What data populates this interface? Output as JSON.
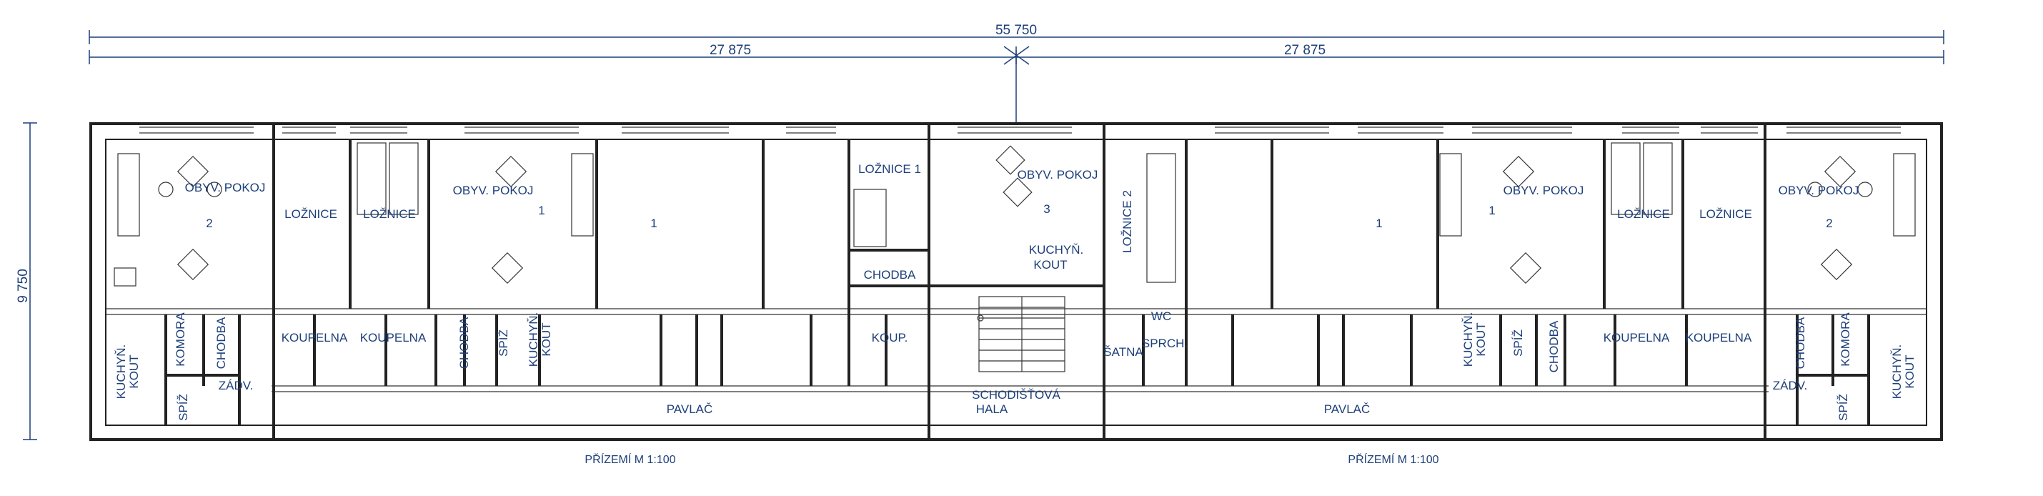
{
  "dimensions": {
    "total_width": "55 750",
    "half_width": "27 875",
    "depth": "9 750"
  },
  "captions": {
    "plan_left": "PŘÍZEMÍ M 1:100",
    "plan_right": "PŘÍZEMÍ M 1:100"
  },
  "rooms": {
    "obyv_pokoj": "OBYV. POKOJ",
    "loznice": "LOŽNICE",
    "loznice_1": "LOŽNICE 1",
    "loznice_2": "LOŽNICE 2",
    "chodba": "CHODBA",
    "koupelna": "KOUPELNA",
    "koup": "KOUP.",
    "kuchyn_kout_1": "KUCHYŇ.",
    "kuchyn_kout_2": "KOUT",
    "komora": "KOMORA",
    "spiz": "SPÍŽ",
    "zadv": "ZÁDV.",
    "pavlac": "PAVLAČ",
    "schodistova_1": "SCHODIŠŤOVÁ",
    "schodistova_2": "HALA",
    "satna": "ŠATNA",
    "wc": "WC",
    "sprcha": "SPRCH.",
    "no_1": "1",
    "no_2": "2",
    "no_3": "3"
  }
}
